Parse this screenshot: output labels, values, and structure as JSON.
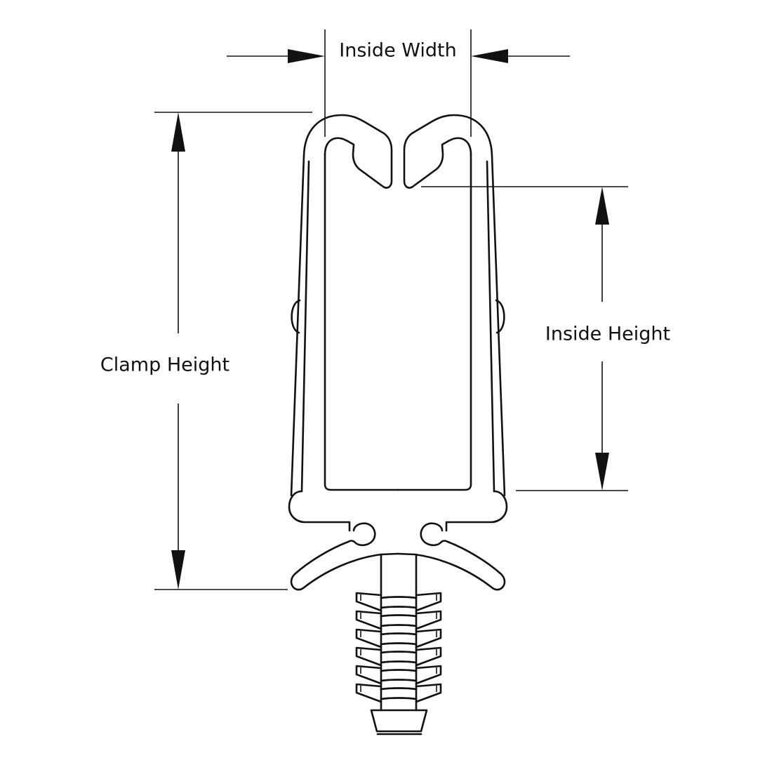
{
  "diagram": {
    "labels": {
      "inside_width": "Inside Width",
      "clamp_height": "Clamp Height",
      "inside_height": "Inside Height"
    },
    "colors": {
      "line": "#111111",
      "background": "#ffffff"
    }
  }
}
